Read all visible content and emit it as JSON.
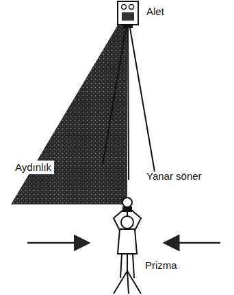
{
  "diagram": {
    "labels": [
      "Alet",
      "Aydınlık",
      "Yanar söner",
      "Prizma"
    ]
  }
}
